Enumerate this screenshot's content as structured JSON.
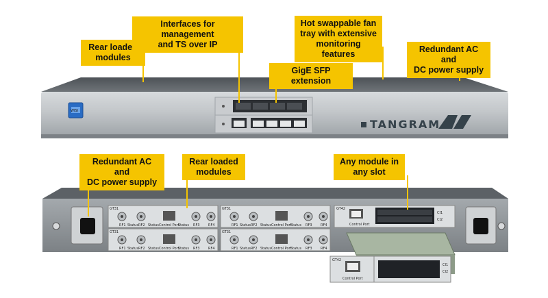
{
  "front_callouts": {
    "interfaces": "Interfaces for management\nand TS over IP",
    "fan_tray": "Hot swappable fan\ntray with extensive\nmonitoring features",
    "rear_loaded": "Rear loaded\nmodules",
    "redundant_power": "Redundant AC and\nDC power supply",
    "gige_sfp": "GigE SFP extension"
  },
  "rear_callouts": {
    "redundant_power": "Redundant AC and\nDC power supply",
    "rear_loaded": "Rear loaded\nmodules",
    "any_module": "Any module in\nany slot"
  },
  "front_panel": {
    "brand": "TANGRAM",
    "logo_badge": "WISI"
  },
  "rear_panel": {
    "modules": [
      {
        "name": "GT31",
        "ports": [
          "RF1",
          "Status",
          "RF2",
          "Status",
          "Control Port",
          "Status",
          "RF3",
          "RF4"
        ]
      },
      {
        "name": "GT31",
        "ports": [
          "RF1",
          "Status",
          "RF2",
          "Status",
          "Control Port",
          "Status",
          "RF3",
          "RF4"
        ]
      },
      {
        "name": "GT31",
        "ports": [
          "RF1",
          "Status",
          "RF2",
          "Status",
          "Control Port",
          "Status",
          "RF3",
          "RF4"
        ]
      },
      {
        "name": "GT31",
        "ports": [
          "RF1",
          "Status",
          "RF2",
          "Status",
          "Control Port",
          "Status",
          "RF3",
          "RF4"
        ]
      }
    ],
    "ci_module": {
      "name": "GT42",
      "port": "Control Port",
      "slots": [
        "CI1",
        "CI2"
      ]
    },
    "ci_module_extracted": {
      "name": "GT42",
      "port": "Control Port",
      "slots": [
        "CI1",
        "CI2"
      ]
    }
  },
  "colors": {
    "callout": "#f5c400",
    "chassis": "#b8bdc1",
    "rear": "#8e9397"
  }
}
